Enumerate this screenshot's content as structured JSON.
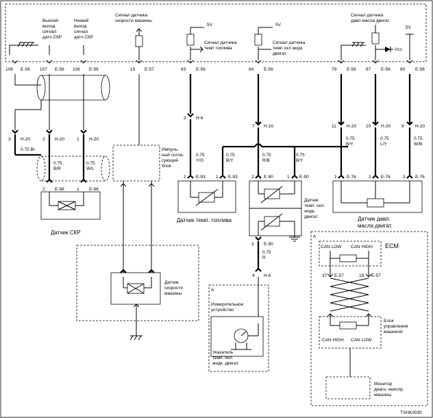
{
  "ecu_labels": {
    "ckp_out_high": [
      "Выхояй",
      "выход",
      "сигнал",
      "датч СКР"
    ],
    "ckp_out_low": [
      "Низкий",
      "выход",
      "сигнал",
      "датч СКР"
    ],
    "vss_signal": [
      "Сигнал датчика",
      "скорости машины"
    ],
    "fuel_temp_signal": [
      "Сигнал датчика",
      "темп топлива"
    ],
    "coolant_temp_signal": [
      "Сигнал датчика",
      "темп охл жидк",
      "двигат."
    ],
    "oil_pressure_signal": [
      "Сигнал датчика",
      "давл масла двигат."
    ],
    "v5": "5V",
    "vcc": "Vcc"
  },
  "ecu_pins": [
    {
      "num": "108",
      "conn": "E-56"
    },
    {
      "num": "107",
      "conn": "E-56"
    },
    {
      "num": "106",
      "conn": "E-56"
    },
    {
      "num": "19",
      "conn": "E-57"
    },
    {
      "num": "83",
      "conn": "E-56"
    },
    {
      "num": "84",
      "conn": "E-56"
    },
    {
      "num": "79",
      "conn": "E-56"
    },
    {
      "num": "67",
      "conn": "E-56"
    },
    {
      "num": "80",
      "conn": "E-56"
    }
  ],
  "h20_pins": [
    {
      "num": "3",
      "conn": "H-20"
    },
    {
      "num": "2",
      "conn": "H-20"
    },
    {
      "num": "1",
      "conn": "H-20"
    },
    {
      "num": "7",
      "conn": "H-20"
    },
    {
      "num": "11",
      "conn": "H-20"
    },
    {
      "num": "10",
      "conn": "H-20"
    },
    {
      "num": "9",
      "conn": "H-20"
    }
  ],
  "h6_top": {
    "num": "3",
    "conn": "H-6"
  },
  "wires": {
    "ckp_shield": "0.75 Br",
    "ckp_high": [
      "0.75",
      "B/R"
    ],
    "ckp_low": [
      "0.75",
      "W/L"
    ],
    "fuel": [
      "0.75",
      "Y/G"
    ],
    "b_y_1": [
      "0.75",
      "B/Y"
    ],
    "r_b": [
      "0.75",
      "R/B"
    ],
    "b_y_2": [
      "0.75",
      "B/Y"
    ],
    "oil_1": [
      "0.75",
      "B/Y"
    ],
    "oil_2": [
      "0.75",
      "L/Y"
    ],
    "oil_3": [
      "0.75",
      "W/B"
    ],
    "coolant_out": [
      "0.75",
      "R"
    ]
  },
  "sensor_pins": {
    "ckp": [
      {
        "num": "2",
        "conn": "E-98"
      },
      {
        "num": "1",
        "conn": "E-98"
      }
    ],
    "fuel": [
      {
        "num": "2",
        "conn": "E-93"
      },
      {
        "num": "1",
        "conn": "E-93"
      }
    ],
    "coolant": [
      {
        "num": "2",
        "conn": "E-90"
      },
      {
        "num": "1",
        "conn": "E-90"
      }
    ],
    "oil": [
      {
        "num": "1",
        "conn": "E-76"
      },
      {
        "num": "2",
        "conn": "E-76"
      },
      {
        "num": "3",
        "conn": "E-76"
      }
    ],
    "coolant_bottom": {
      "num": "3",
      "conn": "E-90"
    },
    "h6_bottom": {
      "num": "4",
      "conn": "H-6"
    },
    "can_37": {
      "num": "37",
      "conn": "E-57"
    },
    "can_18": {
      "num": "18",
      "conn": "E-57"
    }
  },
  "components": {
    "ckp_sensor": "Датчик СКР",
    "pulse_block": [
      "Импуль-",
      "ный согла-",
      "сующий",
      "блок"
    ],
    "vss_sensor": [
      "Датчик",
      "скорости",
      "машины"
    ],
    "fuel_sensor": "Датчик темп. топлива",
    "coolant_sensor": [
      "Датчик",
      "темп. охл.",
      "жидк.",
      "двигат."
    ],
    "oil_sensor": [
      "Датчик давл.",
      "масла двигат."
    ],
    "meter_title": [
      "Измерительное",
      "устройство"
    ],
    "gauge": [
      "Указатель",
      "темп. охл.",
      "жидк. двигат."
    ],
    "ecm": "ECM",
    "can_low": "CAN LOW",
    "can_high": "CAN HIGH",
    "control_block": [
      "Блок",
      "управления",
      "машиной"
    ],
    "monitor": [
      "Монитор",
      "диагн. неиспр.",
      "машины"
    ],
    "marker_a": "A",
    "diagram_id": "TSHK0030"
  }
}
